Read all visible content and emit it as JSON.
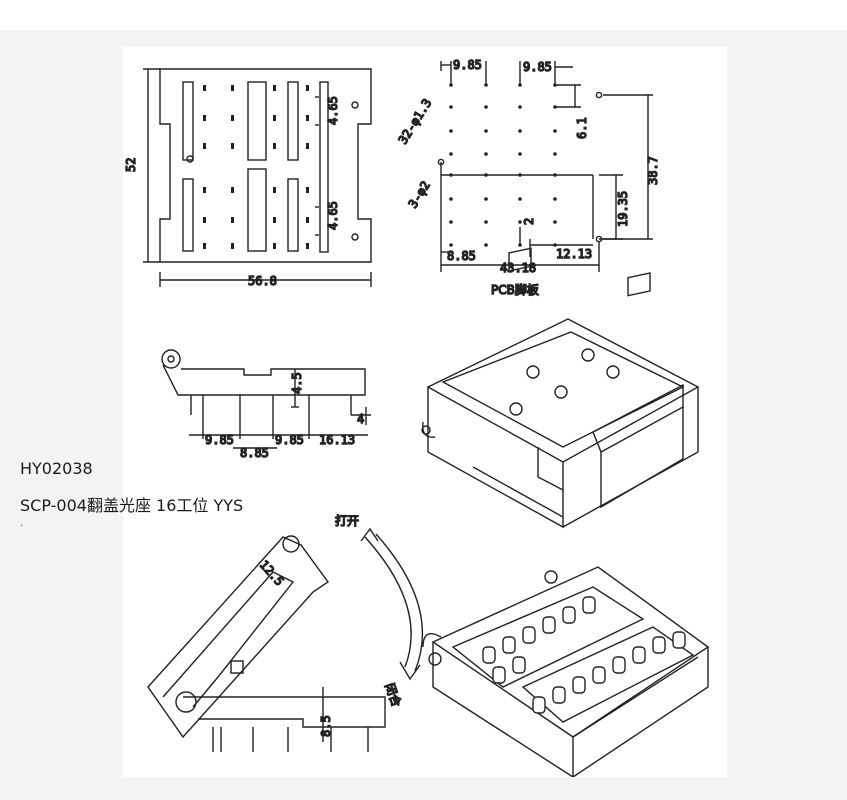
{
  "caption": {
    "code": "HY02038",
    "description": "SCP-004翻盖光座 16工位 YYS",
    "dot": "."
  },
  "drawing": {
    "top_view": {
      "height": "52",
      "width": "56.8",
      "slot_pitch_top": "4.65",
      "slot_pitch_bottom": "4.65"
    },
    "pcb_layout": {
      "pitch_left": "9.85",
      "pitch_right": "9.85",
      "hole_spec_small": "32-φ1.3",
      "hole_spec_large": "3-φ2",
      "offset_top": "6.1",
      "height_total": "38.7",
      "height_lower": "19.35",
      "gap_small": "2",
      "offset_bottom": "12.13",
      "offset_left": "8.85",
      "width_total": "43.18",
      "label": "PCB脚板"
    },
    "side_view": {
      "height": "4.5",
      "pin_length": "4",
      "pitch_a": "9.85",
      "pitch_b": "9.85",
      "pitch_c": "16.13",
      "pitch_d": "8.85"
    },
    "open_view": {
      "angle_dim": "12.5",
      "height": "8.5",
      "open_label": "打开",
      "close_label": "闭合"
    }
  }
}
